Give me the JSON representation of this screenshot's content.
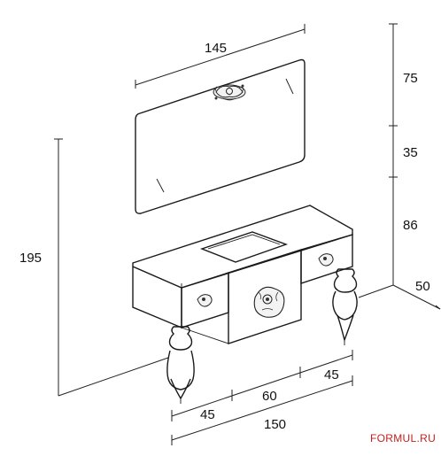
{
  "dimensions": {
    "mirror_width": "145",
    "total_height": "195",
    "mirror_height": "75",
    "gap_height": "35",
    "vanity_height": "86",
    "depth": "50",
    "drawer_left": "45",
    "center_unit": "60",
    "drawer_right": "45",
    "total_width": "150"
  },
  "brand": {
    "label": "FORMUL.RU",
    "color": "#c0201c"
  }
}
